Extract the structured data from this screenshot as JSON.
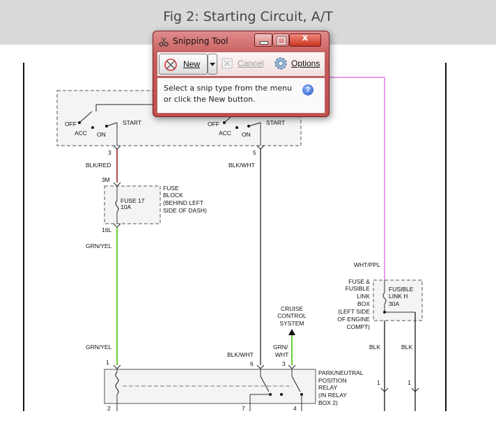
{
  "figure": {
    "title": "Fig 2: Starting Circuit, A/T"
  },
  "colors": {
    "header_bg": "#d9d9d9",
    "wire_grn_yel": "#6dcc3c",
    "wire_wht_ppl": "#e07ae0",
    "wire_blk_red": "#b05050",
    "wire_grey": "#707070",
    "snip_frame": "#c75a5a"
  },
  "snipping_tool": {
    "title": "Snipping Tool",
    "close_glyph": "x",
    "new_label": "New",
    "cancel_label": "Cancel",
    "options_label": "Options",
    "message": "Select a snip type from the menu or click the New button.",
    "help_glyph": "?",
    "icons": {
      "app": "scissors-icon",
      "new": "new-snip-icon",
      "cancel": "cancel-icon",
      "options": "gear-icon",
      "help": "help-icon"
    }
  },
  "switch_left": {
    "off": "OFF",
    "acc": "ACC",
    "on": "ON",
    "start": "START",
    "pin": "3"
  },
  "switch_right": {
    "off": "OFF",
    "acc": "ACC",
    "on": "ON",
    "start": "START",
    "pin": "5"
  },
  "wires": {
    "blk_red": "BLK/RED",
    "blk_wht_top": "BLK/WHT",
    "grn_yel_upper": "GRN/YEL",
    "grn_yel_lower": "GRN/YEL",
    "wht_ppl": "WHT/PPL",
    "blk_wht_bottom": "BLK/WHT",
    "grn_line1": "GRN/",
    "grn_line2": "WHT",
    "blk_left": "BLK",
    "blk_right": "BLK"
  },
  "fuse_block": {
    "pin_top": "3M",
    "pin_bottom": "16L",
    "fuse_line1": "FUSE 17",
    "fuse_line2": "10A",
    "label_line1": "FUSE",
    "label_line2": "BLOCK",
    "label_line3": "(BEHIND LEFT",
    "label_line4": "SIDE OF DASH)"
  },
  "fusible_link": {
    "box_line1": "FUSE &",
    "box_line2": "FUSIBLE",
    "box_line3": "LINK",
    "box_line4": "BOX",
    "box_line5": "(LEFT SIDE",
    "box_line6": "OF ENGINE",
    "box_line7": "COMPT)",
    "link_line1": "FUSIBLE",
    "link_line2": "LINK H",
    "link_line3": "30A"
  },
  "cruise": {
    "line1": "CRUISE",
    "line2": "CONTROL",
    "line3": "SYSTEM"
  },
  "relay": {
    "line1": "PARK/NEUTRAL",
    "line2": "POSITION",
    "line3": "RELAY",
    "line4": "(IN RELAY",
    "line5": "BOX 2)",
    "pin1": "1",
    "pin6": "6",
    "pin3": "3",
    "pin2": "2",
    "pin7": "7",
    "pin4": "4"
  },
  "connectors": {
    "right_pin_a": "1",
    "right_pin_b": "1"
  }
}
